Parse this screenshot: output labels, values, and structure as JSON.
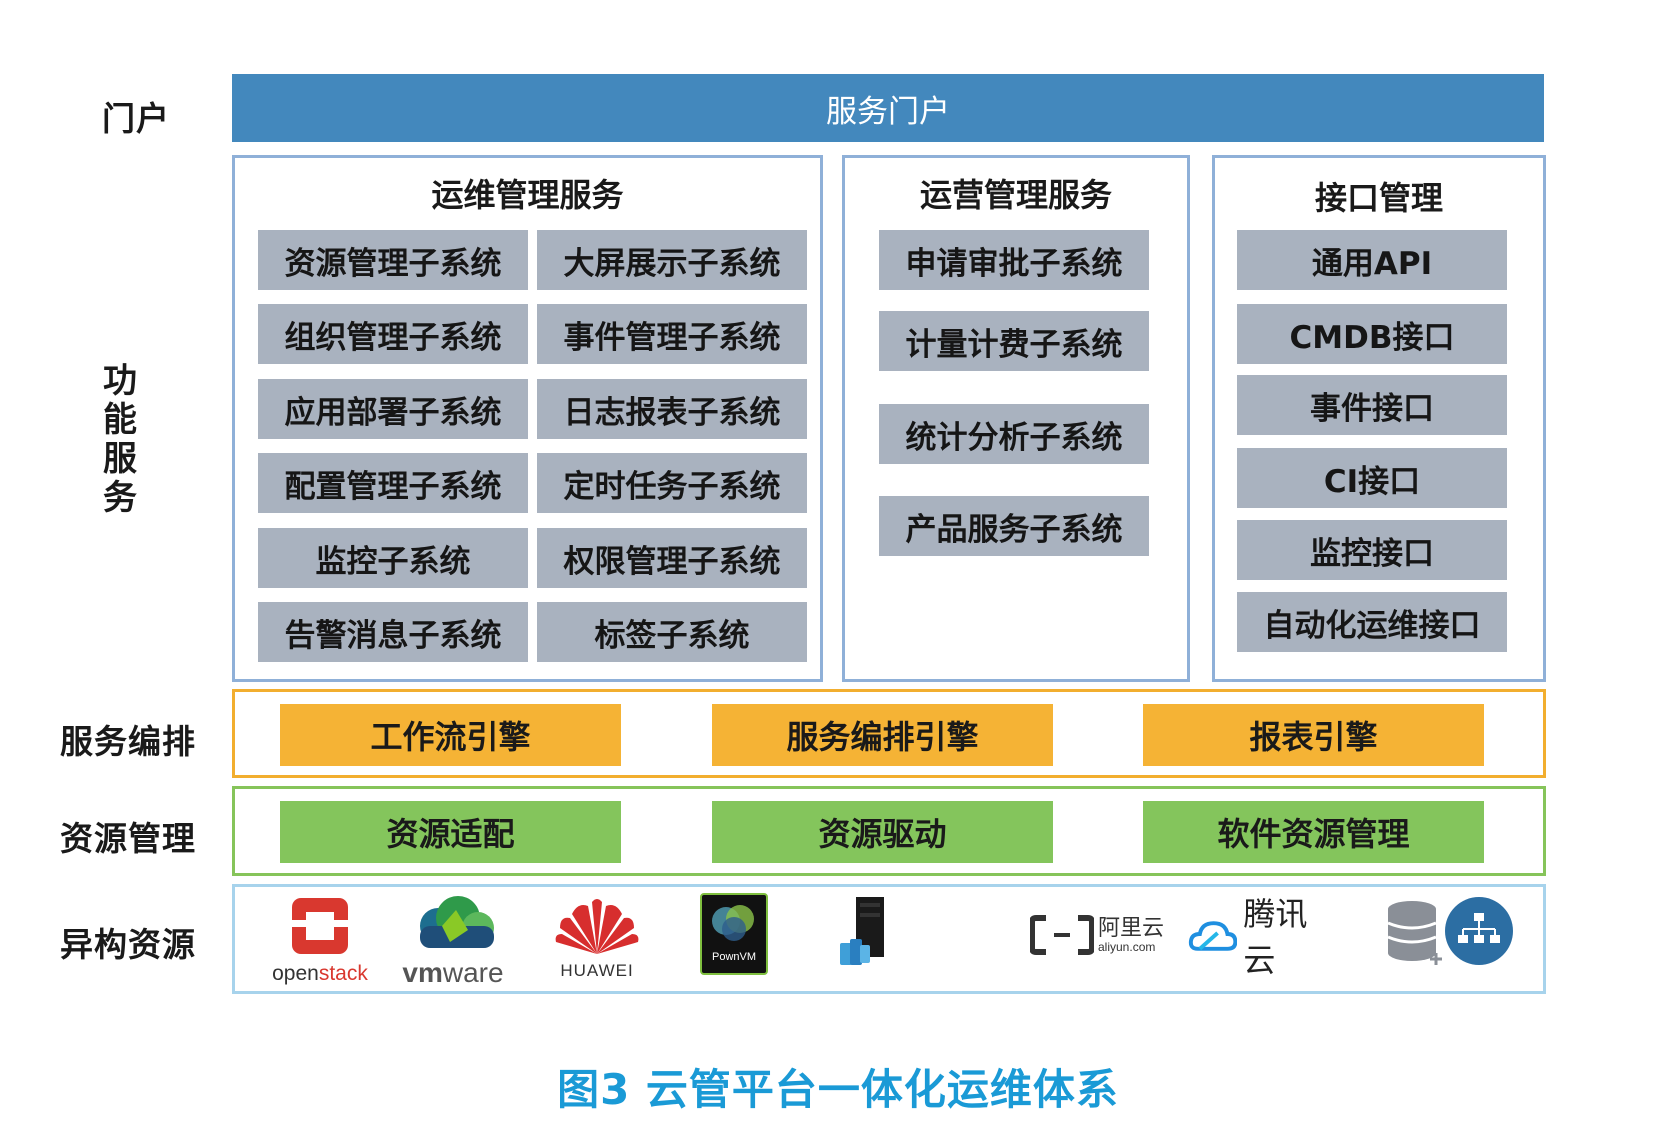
{
  "labels": {
    "portal": "门户",
    "function_chars": [
      "功",
      "能",
      "服",
      "务"
    ],
    "orchestration": "服务编排",
    "resource": "资源管理",
    "heterogeneous": "异构资源"
  },
  "portal_bar": "服务门户",
  "ops": {
    "title": "运维管理服务",
    "left": [
      "资源管理子系统",
      "组织管理子系统",
      "应用部署子系统",
      "配置管理子系统",
      "监控子系统",
      "告警消息子系统"
    ],
    "right": [
      "大屏展示子系统",
      "事件管理子系统",
      "日志报表子系统",
      "定时任务子系统",
      "权限管理子系统",
      "标签子系统"
    ]
  },
  "operations": {
    "title": "运营管理服务",
    "items": [
      "申请审批子系统",
      "计量计费子系统",
      "统计分析子系统",
      "产品服务子系统"
    ]
  },
  "interface": {
    "title": "接口管理",
    "items": [
      "通用API",
      "CMDB接口",
      "事件接口",
      "CI接口",
      "监控接口",
      "自动化运维接口"
    ]
  },
  "orchestration": [
    "工作流引擎",
    "服务编排引擎",
    "报表引擎"
  ],
  "resource": [
    "资源适配",
    "资源驱动",
    "软件资源管理"
  ],
  "vendors": {
    "openstack_a": "open",
    "openstack_b": "stack",
    "vmware_a": "vm",
    "vmware_b": "ware",
    "huawei": "HUAWEI",
    "pownvm": "PownVM",
    "aliyun_cn": "阿里云",
    "aliyun_en": "aliyun.com",
    "tencent": "腾讯云"
  },
  "caption": "图3 云管平台一体化运维体系",
  "colors": {
    "portal": "#4388bd",
    "gray_box": "#a9b2bf",
    "orange": "#f5b335",
    "green": "#84c55c",
    "caption": "#1a9ad6"
  }
}
